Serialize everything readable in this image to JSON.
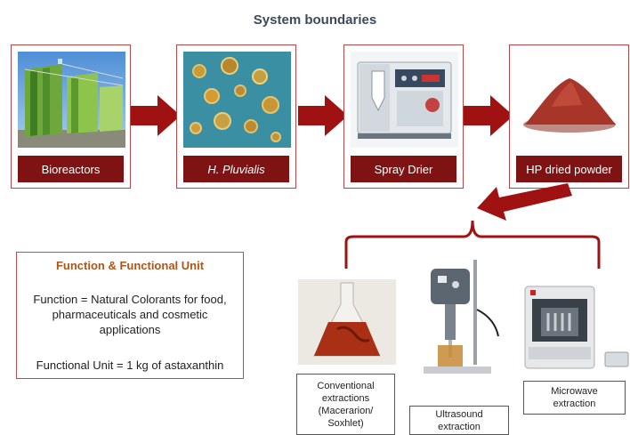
{
  "title": "System boundaries",
  "stages": [
    {
      "label": "Bioreactors",
      "icon": "bioreactor-photo"
    },
    {
      "label": "H. Pluvialis",
      "icon": "microalgae-micrograph"
    },
    {
      "label": "Spray Drier",
      "icon": "spray-drier-photo"
    },
    {
      "label": "HP dried powder",
      "icon": "red-powder-photo"
    }
  ],
  "function_box": {
    "title": "Function & Functional Unit",
    "function_text": "Function =  Natural Colorants for food, pharmaceuticals and cosmetic applications",
    "functional_unit": "Functional Unit = 1 kg of astaxanthin"
  },
  "extraction_methods": [
    {
      "caption": "Conventional\nextractions\n(Macerarion/\nSoxhlet)",
      "icon": "flask-photo"
    },
    {
      "caption": "Ultrasound\nextraction",
      "icon": "ultrasound-homogenizer-photo"
    },
    {
      "caption": "Microwave\nextraction",
      "icon": "microwave-extractor-photo"
    }
  ],
  "colors": {
    "arrow": "#a01212",
    "label_bg": "#7f1212",
    "border": "#b44848",
    "title": "#3d4a5c",
    "func_title": "#b1541a"
  }
}
